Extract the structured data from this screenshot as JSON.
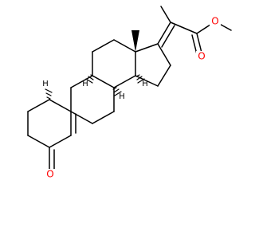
{
  "molecule": {
    "colors": {
      "bond": "#000000",
      "oxygen": "#ff0000",
      "hydrogen_label": "#000000"
    },
    "atoms": {
      "carbonyl_o_ring": "O",
      "ester_o_carbonyl": "O",
      "ester_o_methoxy": "O"
    },
    "h_labels": {
      "h8": "H",
      "h9": "H",
      "h10": "H",
      "h14": "H"
    }
  }
}
